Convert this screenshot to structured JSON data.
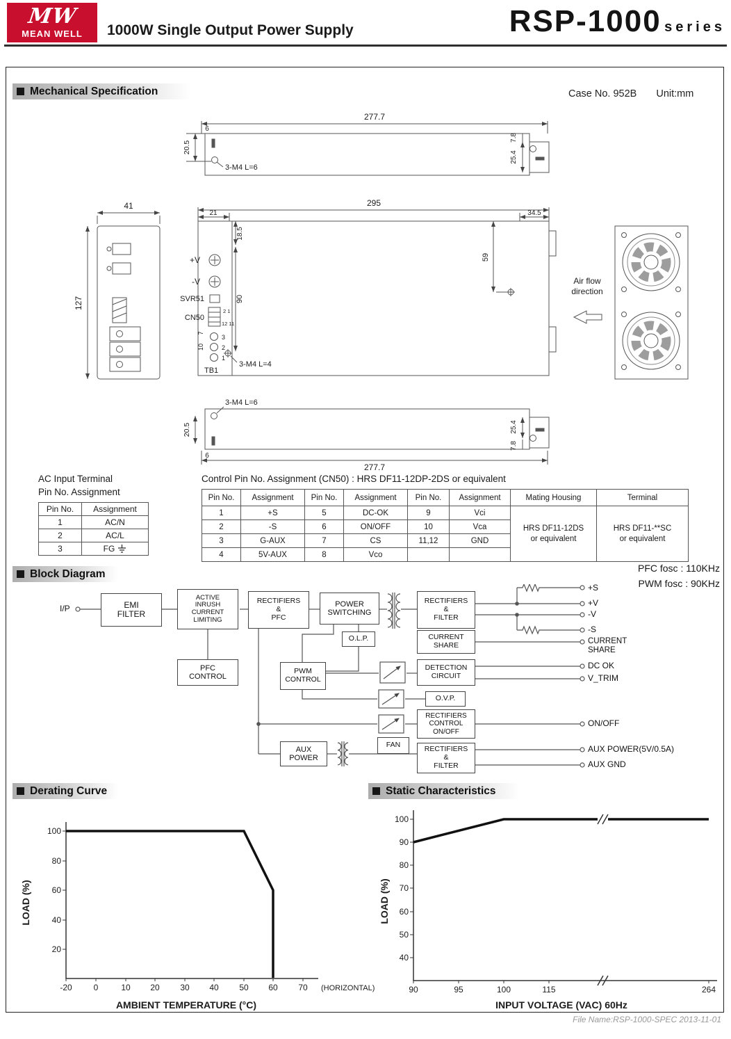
{
  "header": {
    "logo_mw": "MW",
    "logo_name": "MEAN WELL",
    "doc_title": "1000W Single Output Power Supply",
    "series": "RSP-1000",
    "series_suffix": "series"
  },
  "sections": {
    "mechanical": "Mechanical Specification",
    "block": "Block Diagram",
    "derating": "Derating Curve",
    "static": "Static Characteristics"
  },
  "mech": {
    "case_no": "Case No. 952B",
    "unit": "Unit:mm",
    "top": {
      "w": "277.7",
      "d6": "6",
      "d205": "20.5",
      "d78": "7.8",
      "d254": "25.4",
      "screw": "3-M4  L=6"
    },
    "front": {
      "w": "295",
      "d21": "21",
      "d345": "34.5",
      "d185": "18.5",
      "d90": "90",
      "d59": "59",
      "d7": "7",
      "d10": "10",
      "screw": "3-M4  L=4",
      "vplus": "+V",
      "vminus": "-V",
      "svr": "SVR51",
      "cn": "CN50",
      "tb": "TB1",
      "pin3": "3",
      "pin2": "2",
      "pin1": "1",
      "cn_top": "2 1",
      "cn_bot": "12 11"
    },
    "side": {
      "w": "41",
      "h": "127"
    },
    "fan": {
      "air1": "Air flow",
      "air2": "direction"
    },
    "bottom": {
      "w": "277.7",
      "d6": "6",
      "d205": "20.5",
      "d78": "7.8",
      "d254": "25.4",
      "screw": "3-M4  L=6"
    }
  },
  "ac_table": {
    "title1": "AC Input Terminal",
    "title2": "Pin No.  Assignment",
    "headers": [
      "Pin No.",
      "Assignment"
    ],
    "rows": [
      [
        "1",
        "AC/N"
      ],
      [
        "2",
        "AC/L"
      ],
      [
        "3",
        "FG"
      ]
    ]
  },
  "cn50_table": {
    "title": "Control Pin No. Assignment (CN50) : HRS DF11-12DP-2DS or equivalent",
    "headers": [
      "Pin No.",
      "Assignment",
      "Pin No.",
      "Assignment",
      "Pin No.",
      "Assignment",
      "Mating Housing",
      "Terminal"
    ],
    "rows": [
      [
        "1",
        "+S",
        "5",
        "DC-OK",
        "9",
        "Vci"
      ],
      [
        "2",
        "-S",
        "6",
        "ON/OFF",
        "10",
        "Vca"
      ],
      [
        "3",
        "G-AUX",
        "7",
        "CS",
        "11,12",
        "GND"
      ],
      [
        "4",
        "5V-AUX",
        "8",
        "Vco",
        "",
        ""
      ]
    ],
    "mating": "HRS DF11-12DS\nor equivalent",
    "terminal": "HRS DF11-**SC\nor equivalent"
  },
  "block": {
    "pfc_fosc": "PFC fosc : 110KHz",
    "pwm_fosc": "PWM fosc : 90KHz",
    "input": "I/P",
    "boxes": {
      "emi": "EMI\nFILTER",
      "inrush": "ACTIVE\nINRUSH\nCURRENT\nLIMITING",
      "rect_pfc": "RECTIFIERS\n&\nPFC",
      "power_sw": "POWER\nSWITCHING",
      "rect_filter1": "RECTIFIERS\n&\nFILTER",
      "olp": "O.L.P.",
      "current_share": "CURRENT\nSHARE",
      "pfc_control": "PFC\nCONTROL",
      "pwm_control": "PWM\nCONTROL",
      "detection": "DETECTION\nCIRCUIT",
      "ovp": "O.V.P.",
      "rect_control": "RECTIFIERS\nCONTROL\nON/OFF",
      "aux_power": "AUX\nPOWER",
      "fan": "FAN",
      "rect_filter2": "RECTIFIERS\n&\nFILTER"
    },
    "outputs": {
      "s_plus": "+S",
      "v_plus": "+V",
      "v_minus": "-V",
      "s_minus": "-S",
      "current_share": "CURRENT\nSHARE",
      "dc_ok": "DC OK",
      "v_trim": "V_TRIM",
      "on_off": "ON/OFF",
      "aux_power": "AUX POWER(5V/0.5A)",
      "aux_gnd": "AUX GND"
    }
  },
  "chart_data": [
    {
      "type": "line",
      "title": "Derating Curve",
      "xlabel": "AMBIENT TEMPERATURE (°C)",
      "ylabel": "LOAD (%)",
      "x": [
        -20,
        50,
        60,
        60
      ],
      "y": [
        100,
        100,
        60,
        0
      ],
      "x_ticks": [
        -20,
        0,
        10,
        20,
        30,
        40,
        50,
        60,
        70
      ],
      "y_ticks": [
        20,
        40,
        60,
        80,
        100
      ],
      "xlim": [
        -20,
        75
      ],
      "ylim": [
        0,
        105
      ],
      "note": "(HORIZONTAL)",
      "grid": false
    },
    {
      "type": "line",
      "title": "Static Characteristics",
      "xlabel": "INPUT VOLTAGE (VAC) 60Hz",
      "ylabel": "LOAD (%)",
      "x": [
        90,
        100,
        264
      ],
      "y": [
        90,
        100,
        100
      ],
      "x_ticks": [
        90,
        95,
        100,
        115,
        264
      ],
      "y_ticks": [
        40,
        50,
        60,
        70,
        80,
        90,
        100
      ],
      "xlim": [
        90,
        270
      ],
      "ylim": [
        35,
        105
      ],
      "axis_break_x": true,
      "grid": false
    }
  ],
  "footer": {
    "text": "File Name:RSP-1000-SPEC  2013-11-01"
  }
}
